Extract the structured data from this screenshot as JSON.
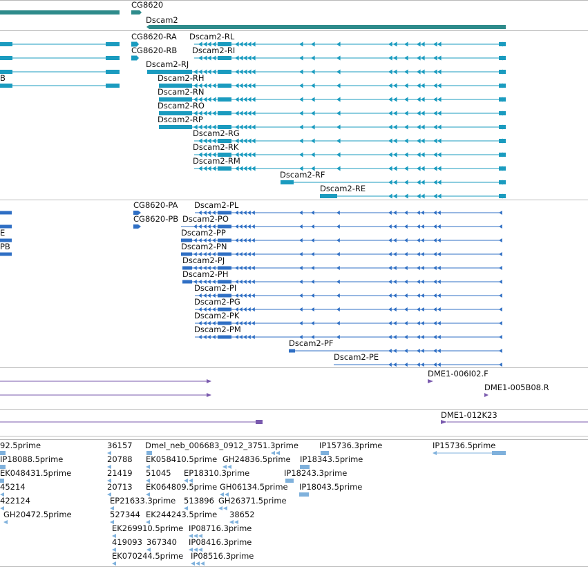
{
  "colors": {
    "gene": "#2e8b8b",
    "mrna": "#1a9bbf",
    "protein": "#2f6fc4",
    "clone": "#7a5aae",
    "est": "#7fb1dc",
    "separator": "#b8b8b8"
  },
  "gene_track": {
    "labels": [
      "CG8620",
      "Dscam2"
    ]
  },
  "mrna_track": {
    "labels": [
      "CG8620-RA",
      "Dscam2-RL",
      "CG8620-RB",
      "Dscam2-RI",
      "B",
      "Dscam2-RJ",
      "Dscam2-RH",
      "Dscam2-RN",
      "Dscam2-RO",
      "Dscam2-RP",
      "Dscam2-RG",
      "Dscam2-RK",
      "Dscam2-RM",
      "Dscam2-RF",
      "Dscam2-RE"
    ]
  },
  "protein_track": {
    "labels": [
      "CG8620-PA",
      "Dscam2-PL",
      "E",
      "CG8620-PB",
      "Dscam2-PO",
      "Dscam2-PP",
      "PB",
      "Dscam2-PN",
      "Dscam2-PJ",
      "Dscam2-PH",
      "Dscam2-PI",
      "Dscam2-PG",
      "Dscam2-PK",
      "Dscam2-PM",
      "Dscam2-PF",
      "Dscam2-PE"
    ]
  },
  "clone_track": {
    "labels": [
      "DME1-006I02.F",
      "DME1-005B08.R",
      "DME1-012K23"
    ]
  },
  "est_track": {
    "labels": [
      "92.5prime",
      "36157",
      "Dmel_neb_006683_0912_3751.3prime",
      "IP15736.3prime",
      "IP15736.5prime",
      "IP18088.5prime",
      "20788",
      "EK058410.5prime",
      "GH24836.5prime",
      "IP18343.5prime",
      "EK048431.5prime",
      "21419",
      "51045",
      "EP18310.3prime",
      "IP18243.3prime",
      "45214",
      "20713",
      "EK064809.5prime",
      "GH06134.5prime",
      "IP18043.5prime",
      "422124",
      "EP21633.3prime",
      "513896",
      "GH26371.5prime",
      "GH20472.5prime",
      "527344",
      "EK244243.5prime",
      "38652",
      "EK269910.5prime",
      "IP08716.3prime",
      "419093",
      "367340",
      "IP08416.3prime",
      "EK070244.5prime",
      "IP08516.3prime"
    ]
  }
}
